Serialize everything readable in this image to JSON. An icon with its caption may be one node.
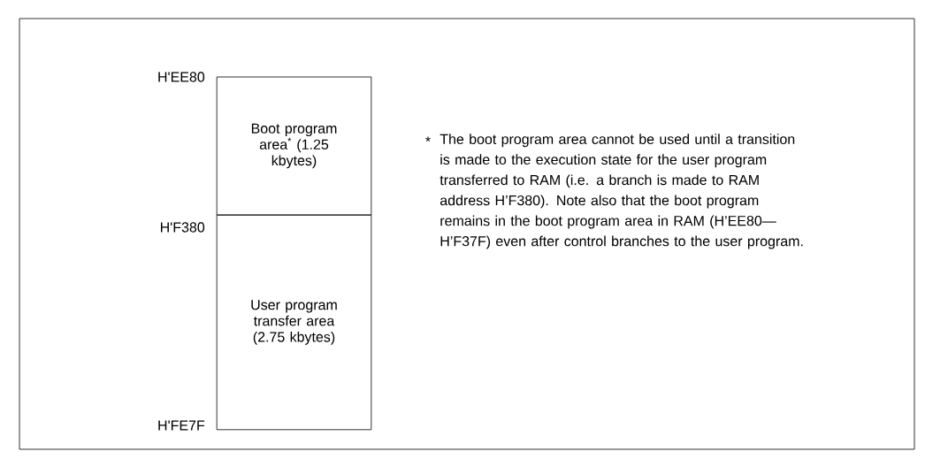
{
  "diagram": {
    "nodes": [
      {
        "text": [
          "Boot program area$^{*}$ (1.25 kbytes)"
        ]
      },
      {
        "text": [
          "User program transfer area (2.75 kbytes)"
        ]
      }
    ],
    "labels": [
      "H'EE80",
      "H'F380",
      "H'FE7F",
      "*",
      "The boot program area cannot be used until a transition is made to the execution state for the user program transferred to RAM (i.e. a branch is made to RAM address H’F380).  Note also that the boot program remains in the boot program area in RAM (H’EE80—H’F37F) even after control branches to the user program."
    ]
  }
}
